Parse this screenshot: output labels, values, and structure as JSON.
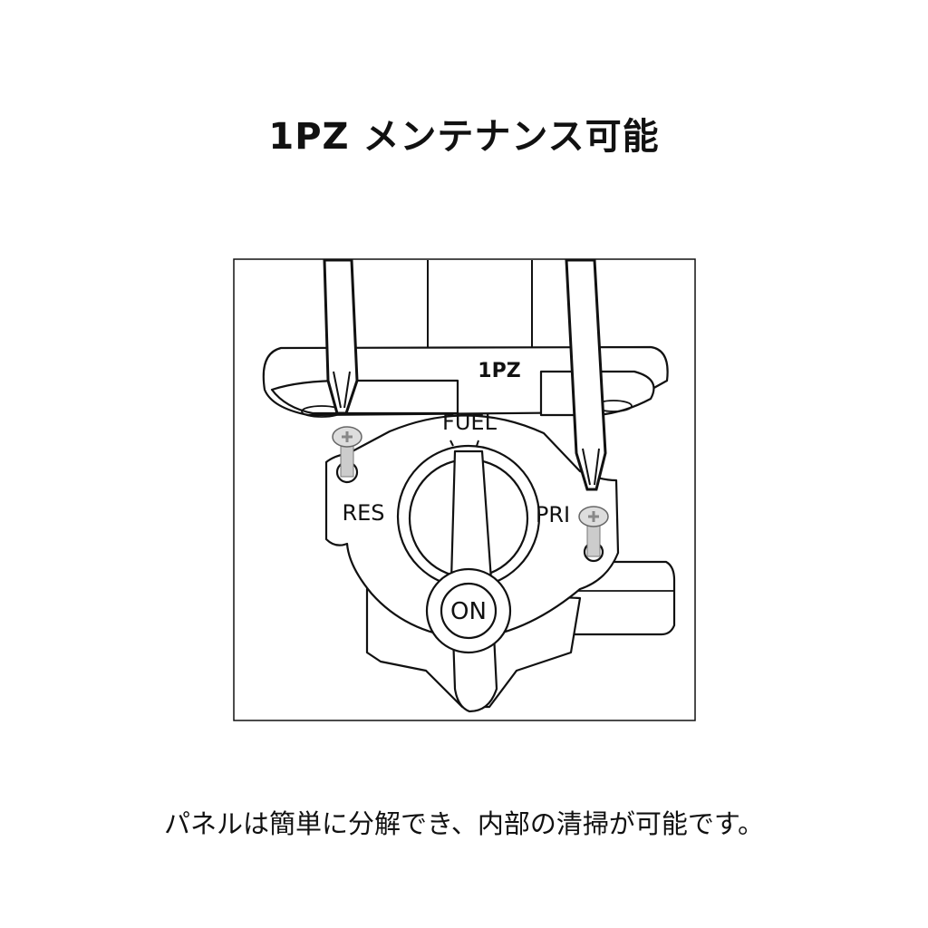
{
  "title": "1PZ メンテナンス可能",
  "illustration": {
    "labels": {
      "model": "1PZ",
      "fuel": "FUEL",
      "res": "RES",
      "pri": "PRI",
      "on": "ON"
    },
    "icons": [
      "screwdriver-icon",
      "screw-icon",
      "fuel-valve-icon"
    ]
  },
  "caption": "パネルは簡単に分解でき、内部の清掃が可能です。"
}
